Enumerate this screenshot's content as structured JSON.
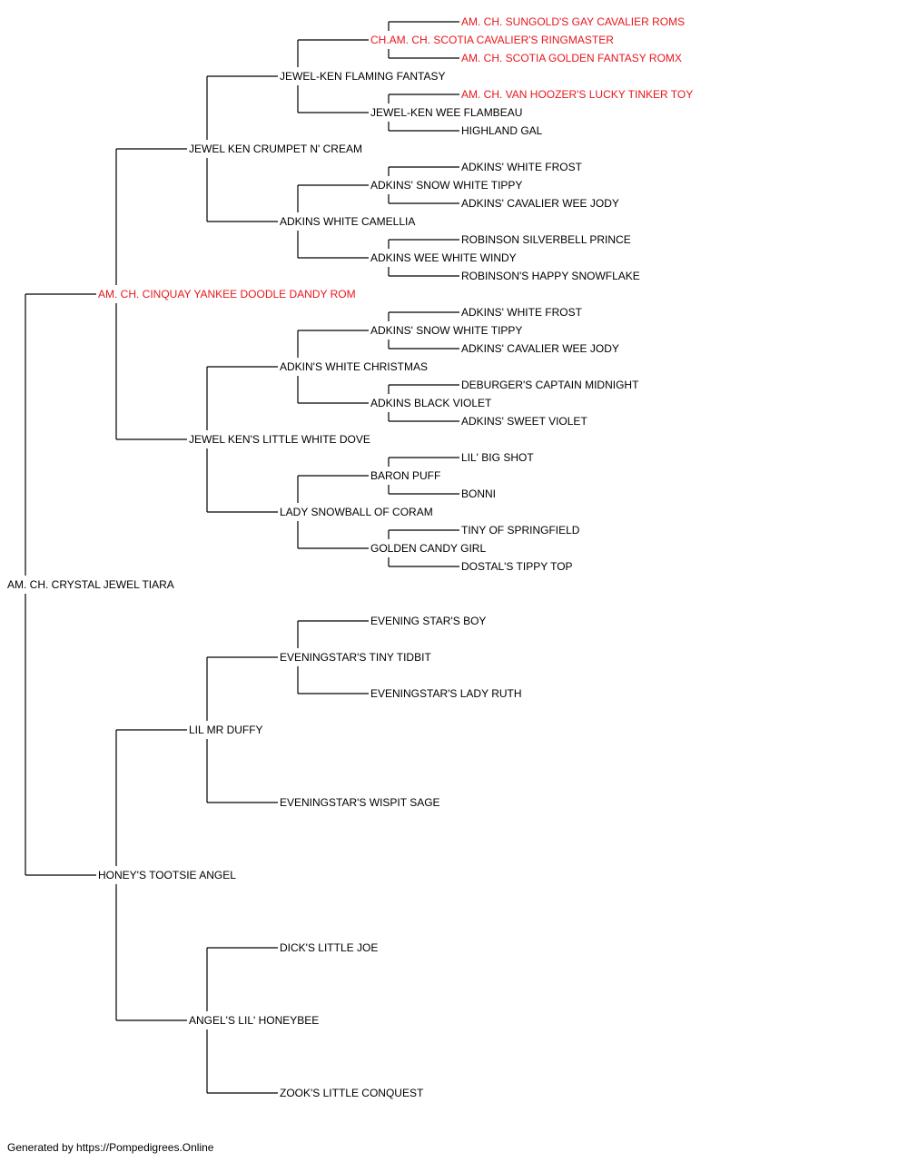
{
  "colors": {
    "line": "#000000",
    "text": "#000000",
    "champion": "#e8161b"
  },
  "pedigree": {
    "name": "AM. CH. CRYSTAL JEWEL TIARA",
    "champion": false,
    "sire": {
      "name": "AM. CH. CINQUAY YANKEE DOODLE DANDY ROM",
      "champion": true,
      "sire": {
        "name": "JEWEL KEN CRUMPET N' CREAM",
        "champion": false,
        "sire": {
          "name": "JEWEL-KEN FLAMING FANTASY",
          "champion": false,
          "sire": {
            "name": "CH.AM. CH. SCOTIA CAVALIER'S RINGMASTER",
            "champion": true,
            "sire": {
              "name": "AM. CH. SUNGOLD'S GAY CAVALIER ROMS",
              "champion": true
            },
            "dam": {
              "name": "AM. CH. SCOTIA GOLDEN FANTASY ROMX",
              "champion": true
            }
          },
          "dam": {
            "name": "JEWEL-KEN WEE FLAMBEAU",
            "champion": false,
            "sire": {
              "name": "AM. CH. VAN HOOZER'S LUCKY TINKER TOY",
              "champion": true
            },
            "dam": {
              "name": "HIGHLAND GAL",
              "champion": false
            }
          }
        },
        "dam": {
          "name": "ADKINS WHITE CAMELLIA",
          "champion": false,
          "sire": {
            "name": "ADKINS' SNOW WHITE TIPPY",
            "champion": false,
            "sire": {
              "name": "ADKINS' WHITE FROST",
              "champion": false
            },
            "dam": {
              "name": "ADKINS' CAVALIER WEE JODY",
              "champion": false
            }
          },
          "dam": {
            "name": "ADKINS WEE WHITE WINDY",
            "champion": false,
            "sire": {
              "name": "ROBINSON SILVERBELL PRINCE",
              "champion": false
            },
            "dam": {
              "name": "ROBINSON'S HAPPY SNOWFLAKE",
              "champion": false
            }
          }
        }
      },
      "dam": {
        "name": "JEWEL KEN'S LITTLE WHITE DOVE",
        "champion": false,
        "sire": {
          "name": "ADKIN'S WHITE CHRISTMAS",
          "champion": false,
          "sire": {
            "name": "ADKINS' SNOW WHITE TIPPY",
            "champion": false,
            "sire": {
              "name": "ADKINS' WHITE FROST",
              "champion": false
            },
            "dam": {
              "name": "ADKINS' CAVALIER WEE JODY",
              "champion": false
            }
          },
          "dam": {
            "name": "ADKINS BLACK VIOLET",
            "champion": false,
            "sire": {
              "name": "DEBURGER'S CAPTAIN MIDNIGHT",
              "champion": false
            },
            "dam": {
              "name": "ADKINS' SWEET VIOLET",
              "champion": false
            }
          }
        },
        "dam": {
          "name": "LADY SNOWBALL OF CORAM",
          "champion": false,
          "sire": {
            "name": "BARON PUFF",
            "champion": false,
            "sire": {
              "name": "LIL' BIG SHOT",
              "champion": false
            },
            "dam": {
              "name": "BONNI",
              "champion": false
            }
          },
          "dam": {
            "name": "GOLDEN CANDY GIRL",
            "champion": false,
            "sire": {
              "name": "TINY OF SPRINGFIELD",
              "champion": false
            },
            "dam": {
              "name": "DOSTAL'S TIPPY TOP",
              "champion": false
            }
          }
        }
      }
    },
    "dam": {
      "name": "HONEY'S TOOTSIE ANGEL",
      "champion": false,
      "sire": {
        "name": "LIL MR DUFFY",
        "champion": false,
        "sire": {
          "name": "EVENINGSTAR'S TINY TIDBIT",
          "champion": false,
          "sire": {
            "name": "EVENING STAR'S BOY",
            "champion": false
          },
          "dam": {
            "name": "EVENINGSTAR'S LADY RUTH",
            "champion": false
          }
        },
        "dam": {
          "name": "EVENINGSTAR'S WISPIT SAGE",
          "champion": false
        }
      },
      "dam": {
        "name": "ANGEL'S LIL' HONEYBEE",
        "champion": false,
        "sire": {
          "name": "DICK'S LITTLE JOE",
          "champion": false
        },
        "dam": {
          "name": "ZOOK'S LITTLE CONQUEST",
          "champion": false
        }
      }
    }
  },
  "footer": "Generated by https://Pompedigrees.Online"
}
